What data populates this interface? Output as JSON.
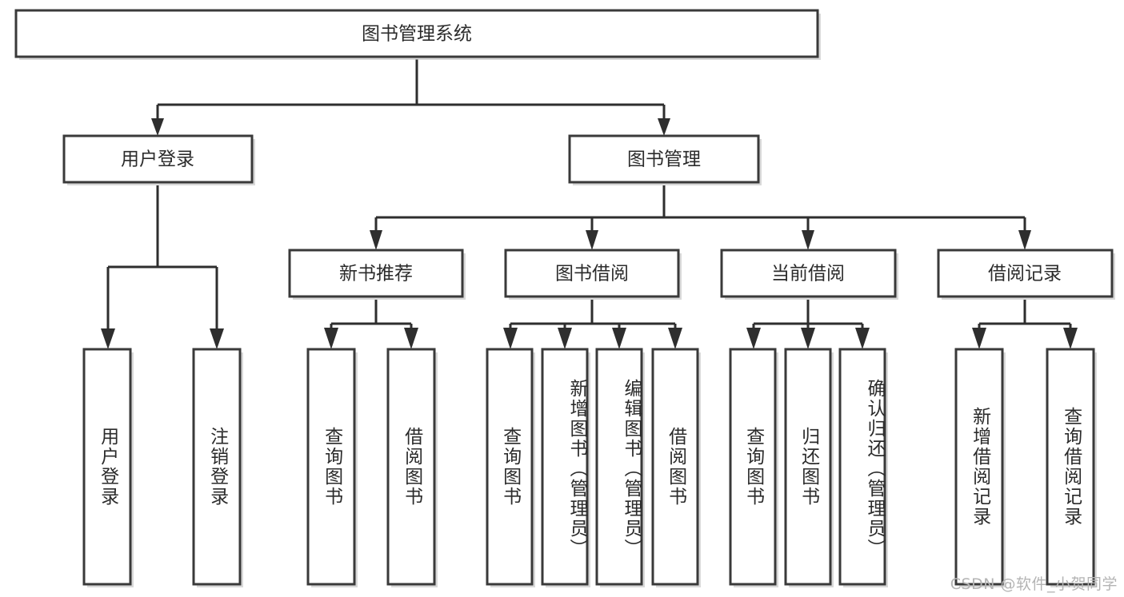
{
  "diagram": {
    "type": "tree-hierarchy",
    "title": "图书管理系统",
    "orientation": "top-down",
    "colors": {
      "stroke": "#2e2e2e",
      "box_fill": "#ffffff",
      "text": "#2b2b2b",
      "shadow": "#b9b9b9",
      "watermark": "#b4b4b4"
    },
    "levels": {
      "level1": [
        "图书管理系统"
      ],
      "level2": [
        "用户登录",
        "图书管理"
      ],
      "level3": [
        "新书推荐",
        "图书借阅",
        "当前借阅",
        "借阅记录"
      ],
      "level4": [
        "用户登录",
        "注销登录",
        "查询图书",
        "借阅图书",
        "查询图书",
        "新增图书（管理员）",
        "编辑图书（管理员）",
        "借阅图书",
        "查询图书",
        "归还图书",
        "确认归还（管理员）",
        "新增借阅记录",
        "查询借阅记录"
      ]
    },
    "nodes": {
      "root": {
        "label": "图书管理系统"
      },
      "user_login": {
        "label": "用户登录"
      },
      "book_manage": {
        "label": "图书管理"
      },
      "new_book_rec": {
        "label": "新书推荐"
      },
      "book_borrow": {
        "label": "图书借阅"
      },
      "current_borrow": {
        "label": "当前借阅"
      },
      "borrow_record": {
        "label": "借阅记录"
      },
      "leaf_user_login": {
        "label": "用户登录"
      },
      "leaf_user_logout": {
        "label": "注销登录"
      },
      "leaf_query_book_1": {
        "label": "查询图书"
      },
      "leaf_borrow_book_1": {
        "label": "借阅图书"
      },
      "leaf_query_book_2": {
        "label": "查询图书"
      },
      "leaf_add_book": {
        "label": "新增图书（管理员）"
      },
      "leaf_edit_book": {
        "label": "编辑图书（管理员）"
      },
      "leaf_borrow_book_2": {
        "label": "借阅图书"
      },
      "leaf_query_book_3": {
        "label": "查询图书"
      },
      "leaf_return_book": {
        "label": "归还图书"
      },
      "leaf_confirm_return": {
        "label": "确认归还（管理员）"
      },
      "leaf_add_record": {
        "label": "新增借阅记录"
      },
      "leaf_query_record": {
        "label": "查询借阅记录"
      }
    },
    "edges": [
      {
        "from": "root",
        "to": "user_login"
      },
      {
        "from": "root",
        "to": "book_manage"
      },
      {
        "from": "user_login",
        "to": "leaf_user_login"
      },
      {
        "from": "user_login",
        "to": "leaf_user_logout"
      },
      {
        "from": "book_manage",
        "to": "new_book_rec"
      },
      {
        "from": "book_manage",
        "to": "book_borrow"
      },
      {
        "from": "book_manage",
        "to": "current_borrow"
      },
      {
        "from": "book_manage",
        "to": "borrow_record"
      },
      {
        "from": "new_book_rec",
        "to": "leaf_query_book_1"
      },
      {
        "from": "new_book_rec",
        "to": "leaf_borrow_book_1"
      },
      {
        "from": "book_borrow",
        "to": "leaf_query_book_2"
      },
      {
        "from": "book_borrow",
        "to": "leaf_add_book"
      },
      {
        "from": "book_borrow",
        "to": "leaf_edit_book"
      },
      {
        "from": "book_borrow",
        "to": "leaf_borrow_book_2"
      },
      {
        "from": "current_borrow",
        "to": "leaf_query_book_3"
      },
      {
        "from": "current_borrow",
        "to": "leaf_return_book"
      },
      {
        "from": "current_borrow",
        "to": "leaf_confirm_return"
      },
      {
        "from": "borrow_record",
        "to": "leaf_add_record"
      },
      {
        "from": "borrow_record",
        "to": "leaf_query_record"
      }
    ]
  },
  "watermark": {
    "text": "CSDN @软件_小贺同学"
  }
}
